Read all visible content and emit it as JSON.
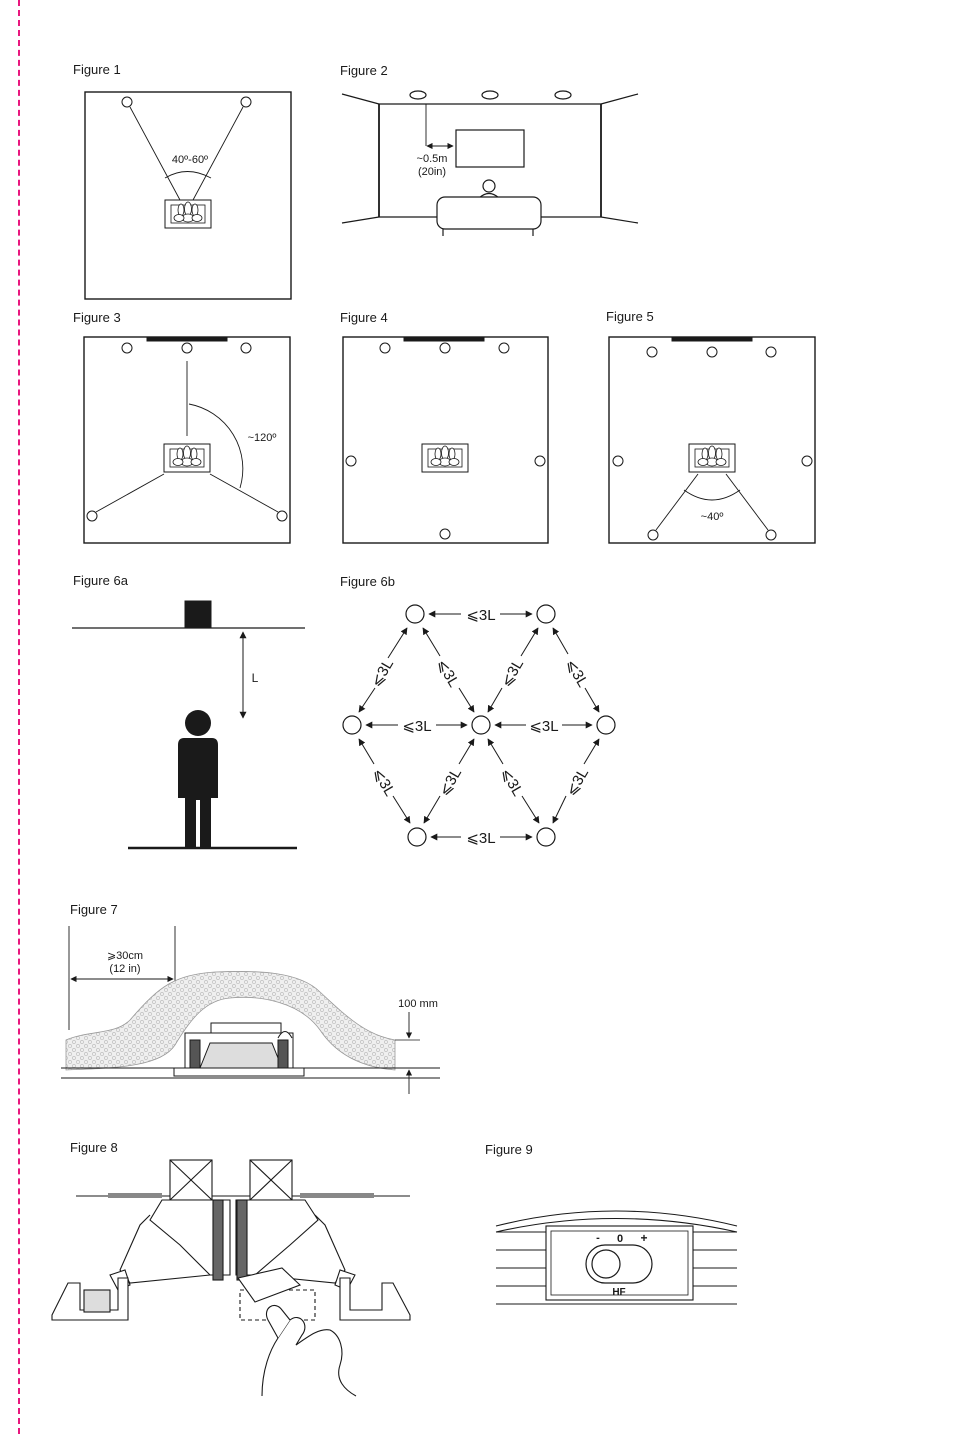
{
  "page": {
    "accent_color": "#e8177e"
  },
  "figures": {
    "fig1": {
      "label": "Figure 1",
      "angle": "40º-60º"
    },
    "fig2": {
      "label": "Figure 2",
      "distance": "~0.5m",
      "distance_imperial": "(20in)"
    },
    "fig3": {
      "label": "Figure 3",
      "angle": "~120º"
    },
    "fig4": {
      "label": "Figure 4"
    },
    "fig5": {
      "label": "Figure 5",
      "angle": "~40º"
    },
    "fig6a": {
      "label": "Figure 6a",
      "height_symbol": "L"
    },
    "fig6b": {
      "label": "Figure 6b",
      "spacing": "⩽3L"
    },
    "fig7": {
      "label": "Figure 7",
      "clearance": "⩾30cm",
      "clearance_imperial": "(12 in)",
      "depth": "100 mm"
    },
    "fig8": {
      "label": "Figure 8"
    },
    "fig9": {
      "label": "Figure 9",
      "minus": "-",
      "zero": "0",
      "plus": "+",
      "switch_name": "HF"
    }
  }
}
